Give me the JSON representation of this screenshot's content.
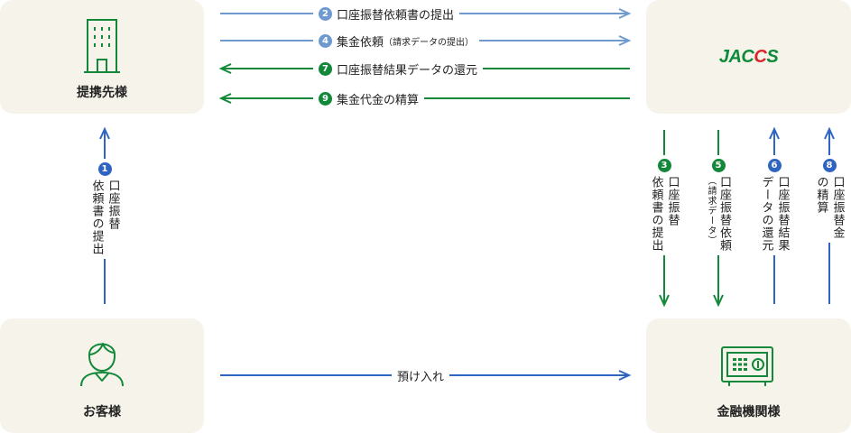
{
  "nodes": {
    "partner": {
      "label": "提携先様"
    },
    "jaccs": {
      "logo_text": "JACCS"
    },
    "customer": {
      "label": "お客様"
    },
    "bank": {
      "label": "金融機関様"
    }
  },
  "flows_horizontal": [
    {
      "num": "2",
      "text": "口座振替依頼書の提出",
      "sub": ""
    },
    {
      "num": "4",
      "text": "集金依頼",
      "sub": "（請求データの提出）"
    },
    {
      "num": "7",
      "text": "口座振替結果データの還元",
      "sub": ""
    },
    {
      "num": "9",
      "text": "集金代金の精算",
      "sub": ""
    }
  ],
  "flow_deposit": {
    "text": "預け入れ"
  },
  "flows_vertical": [
    {
      "num": "1",
      "col1": "口座振替",
      "col2": "依頼書の提出",
      "sub": ""
    },
    {
      "num": "3",
      "col1": "口座振替",
      "col2": "依頼書の提出",
      "sub": ""
    },
    {
      "num": "5",
      "col1": "口座振替依頼",
      "col2": "",
      "sub": "（請求データ）"
    },
    {
      "num": "6",
      "col1": "口座振替結果",
      "col2": "データの還元",
      "sub": ""
    },
    {
      "num": "8",
      "col1": "口座振替金",
      "col2": "の精算",
      "sub": ""
    }
  ],
  "colors": {
    "blue": "#2f64c3",
    "green": "#13883a",
    "light_blue": "#6f9ad0",
    "box_bg": "#f6f4ea"
  }
}
